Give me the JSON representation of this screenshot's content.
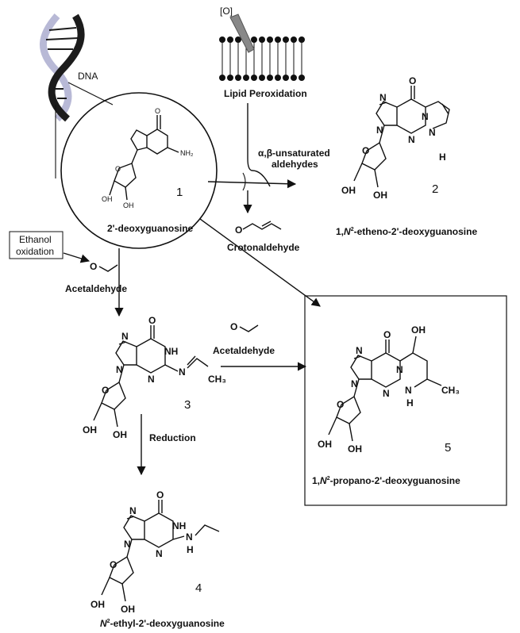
{
  "labels": {
    "dna": "DNA",
    "oxidant": "[O]",
    "lipid_peroxidation": "Lipid Peroxidation",
    "unsat_aldehydes_line1": "α,β-unsaturated",
    "unsat_aldehydes_line2": "aldehydes",
    "crotonaldehyde": "Crotonaldehyde",
    "ethanol_line1": "Ethanol",
    "ethanol_line2": "oxidation",
    "acetaldehyde_1": "Acetaldehyde",
    "acetaldehyde_2": "Acetaldehyde",
    "reduction": "Reduction"
  },
  "compounds": {
    "c1": {
      "number": "1",
      "name": "2'-deoxyguanosine"
    },
    "c2": {
      "number": "2",
      "name_prefix": "1,",
      "name_italic": "N",
      "name_sup": "2",
      "name_suffix": "-etheno-2'-deoxyguanosine"
    },
    "c3": {
      "number": "3"
    },
    "c4": {
      "number": "4",
      "name_italic": "N",
      "name_sup": "2",
      "name_suffix": "-ethyl-2'-deoxyguanosine"
    },
    "c5": {
      "number": "5",
      "name_prefix": "1,",
      "name_italic": "N",
      "name_sup": "2",
      "name_suffix": "-propano-2'-deoxyguanosine"
    }
  },
  "atoms": {
    "O": "O",
    "N": "N",
    "H": "H",
    "NH": "NH",
    "OH": "OH",
    "NH2": "NH₂",
    "CH3": "CH₃"
  }
}
